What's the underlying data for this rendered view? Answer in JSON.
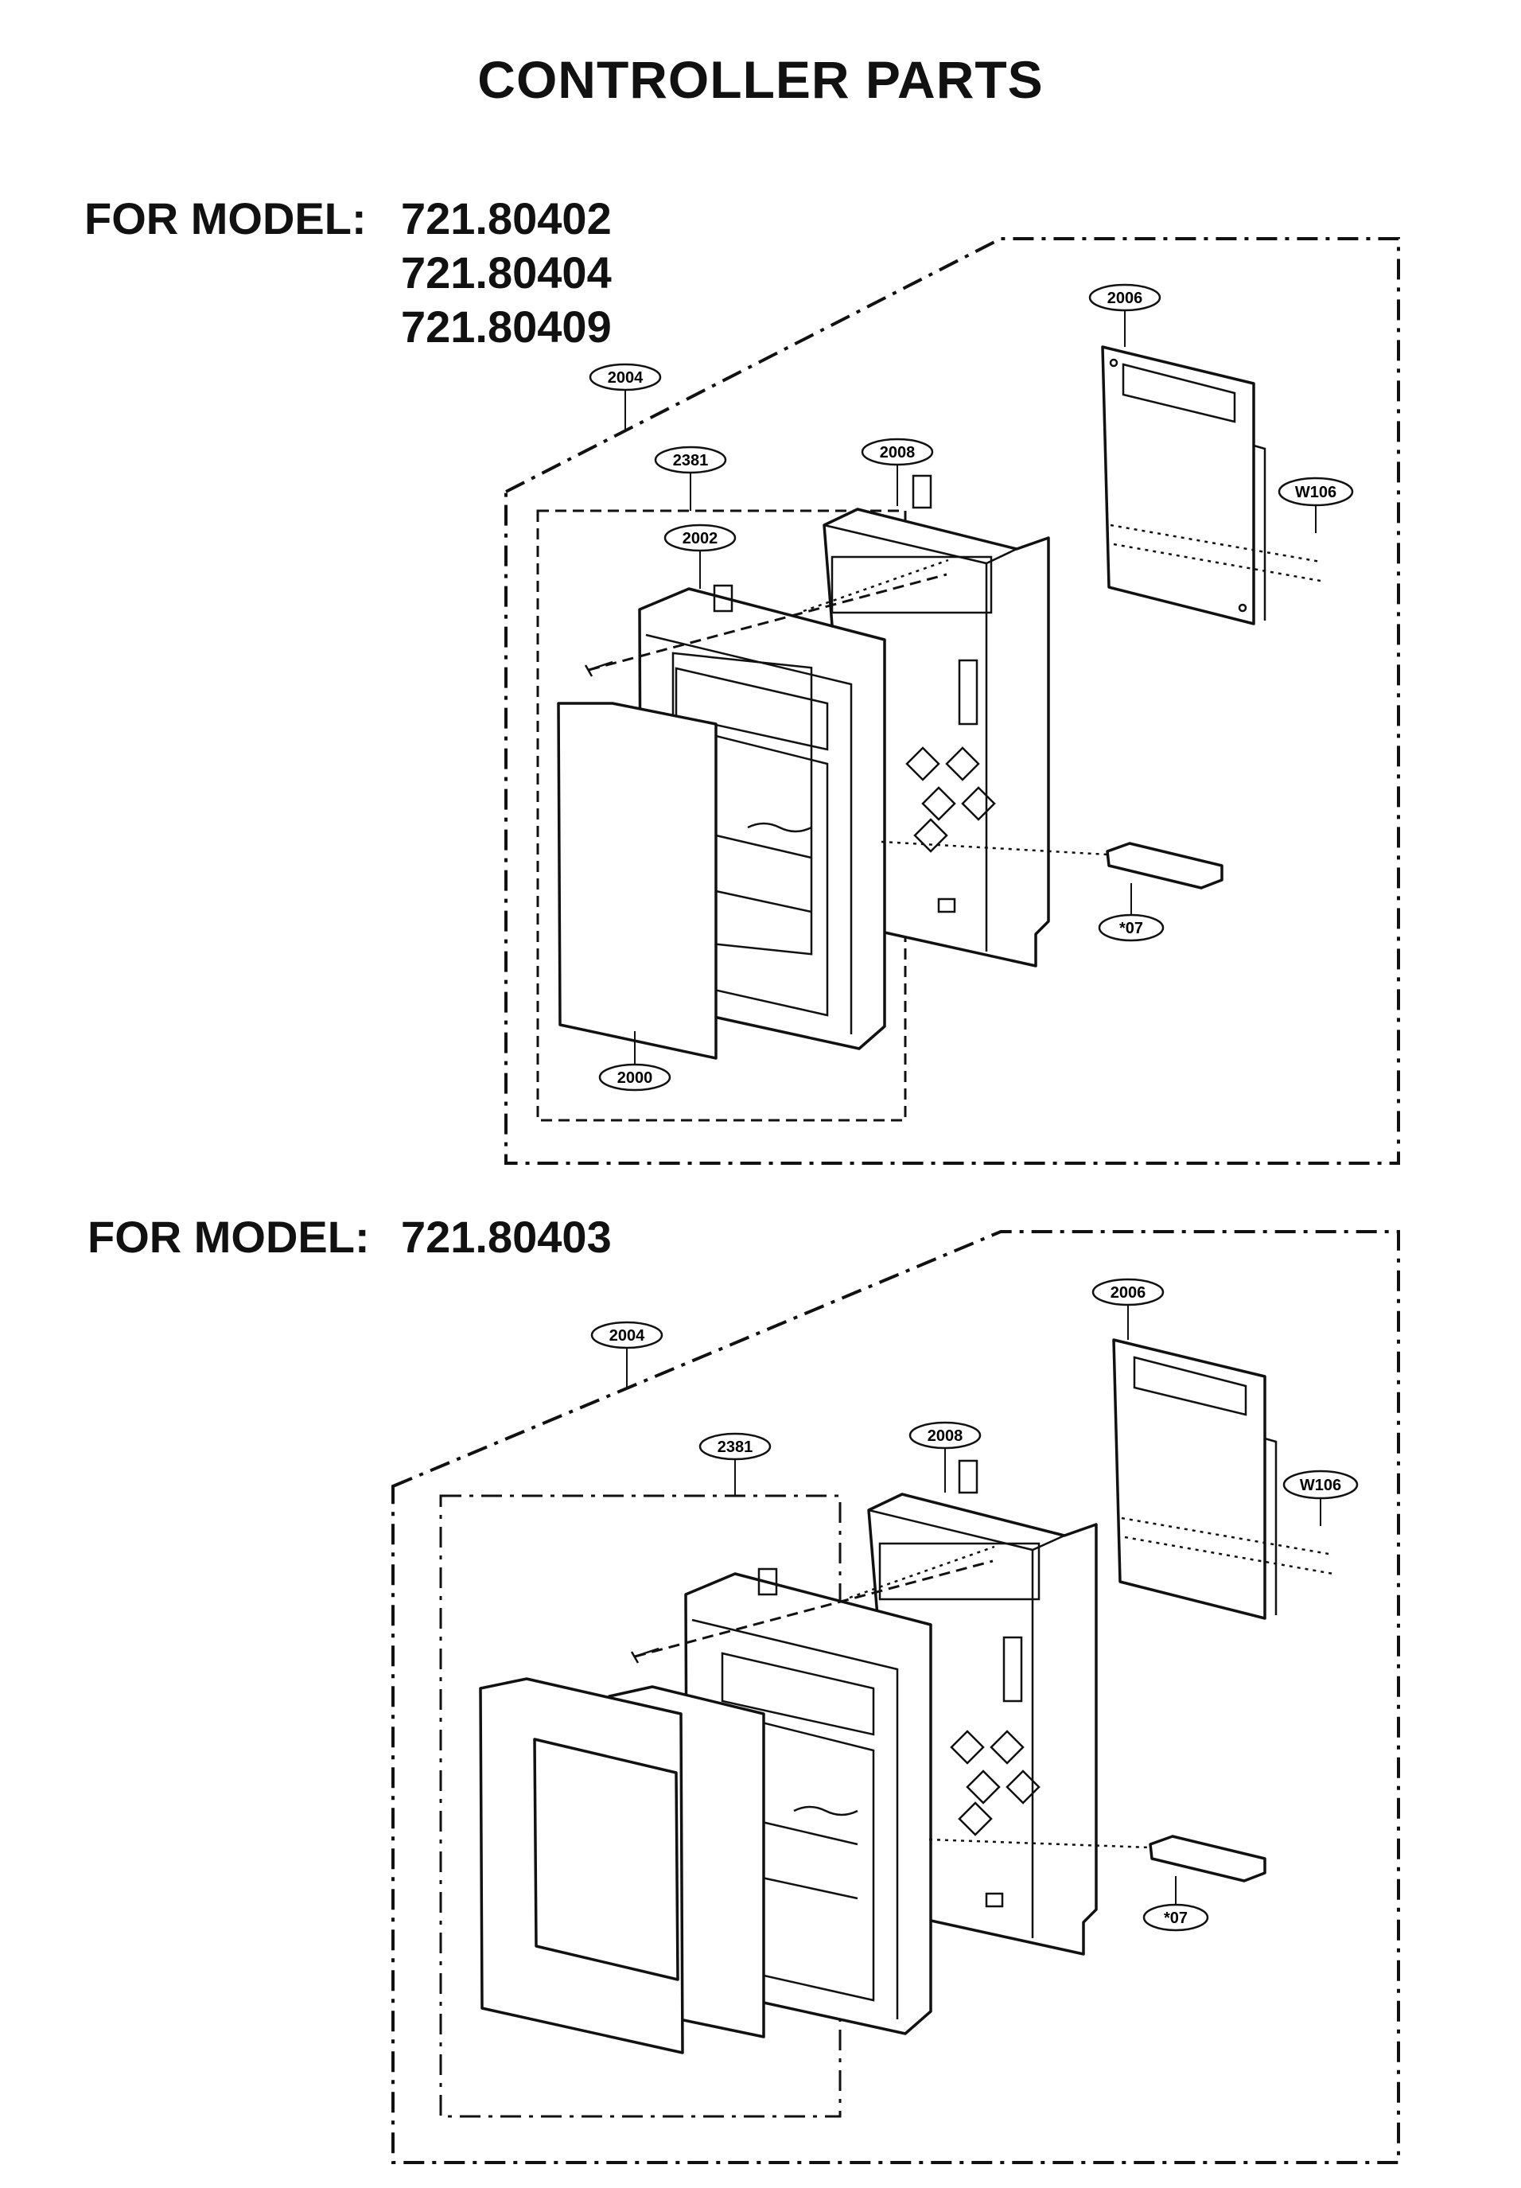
{
  "title": "CONTROLLER PARTS",
  "section_top": {
    "label": "FOR MODEL:",
    "models": [
      "721.80402",
      "721.80404",
      "721.80409"
    ],
    "callouts": [
      "2004",
      "2381",
      "2002",
      "2008",
      "2006",
      "W106",
      "*07",
      "2000"
    ]
  },
  "section_bottom": {
    "label": "FOR MODEL:",
    "models": [
      "721.80403"
    ],
    "callouts": [
      "2004",
      "2381",
      "2008",
      "2006",
      "W106",
      "*07"
    ]
  }
}
